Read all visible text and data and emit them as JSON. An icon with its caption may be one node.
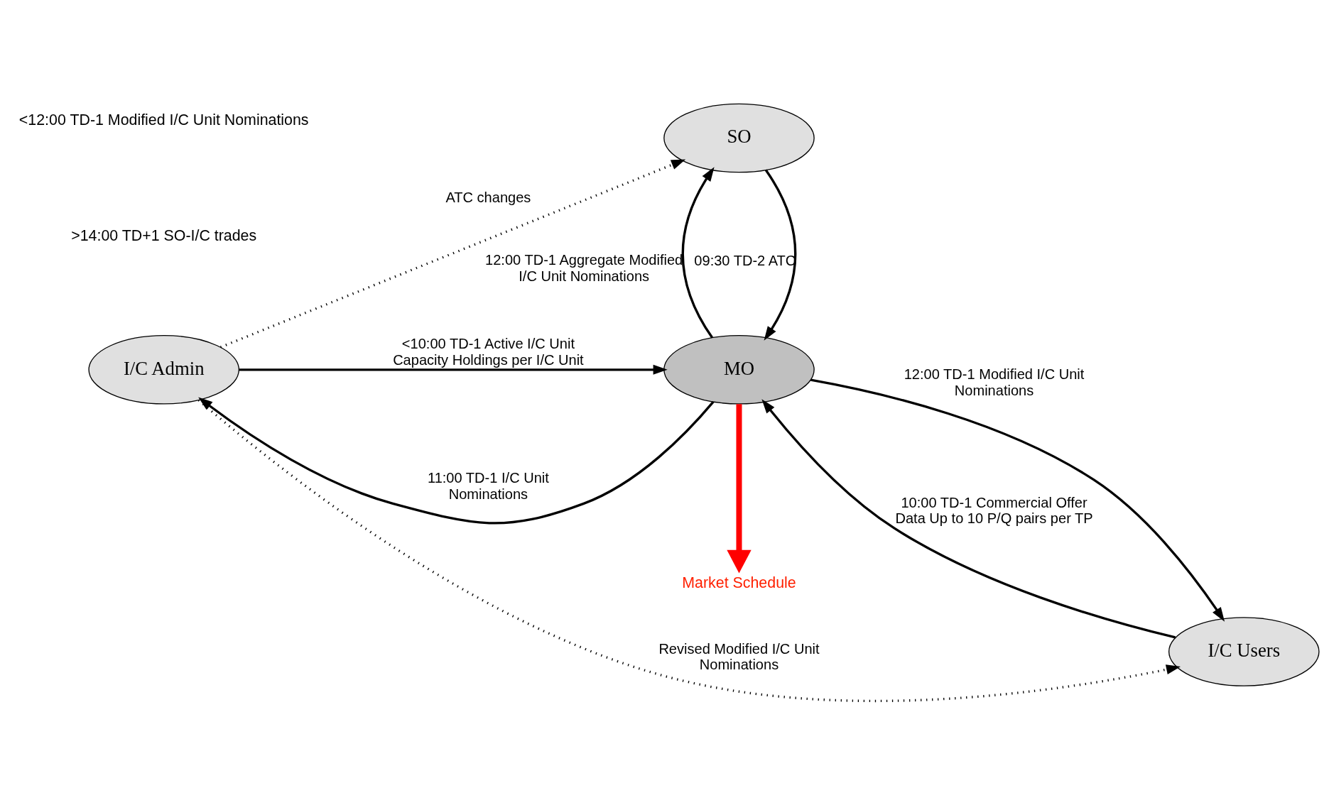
{
  "diagram": {
    "nodes": [
      {
        "text": [
          "SO"
        ]
      },
      {
        "text": [
          "I/C Admin"
        ]
      },
      {
        "text": [
          "MO"
        ]
      },
      {
        "text": [
          "I/C Users"
        ]
      },
      {
        "text": [
          "Market Schedule"
        ]
      }
    ],
    "edges": [
      {
        "from": 1,
        "to": 0,
        "arrow": "to",
        "label": "ATC changes",
        "style": "dashed"
      },
      {
        "from": 0,
        "to": 2,
        "arrow": "to",
        "label": "09:30 TD-2 ATC"
      },
      {
        "from": 2,
        "to": 0,
        "arrow": "to",
        "label": "12:00 TD-1 Aggregate Modified I/C Unit Nominations"
      },
      {
        "from": 2,
        "to": 1,
        "arrow": "to",
        "label": "11:00 TD-1 I/C Unit Nominations"
      },
      {
        "from": 3,
        "to": 2,
        "arrow": "to",
        "label": "10:00 TD-1 Commercial Offer Data Up to 10 P/Q pairs per TP"
      },
      {
        "from": 1,
        "to": 2,
        "arrow": "to",
        "label": "<10:00 TD-1 Active I/C Unit Capacity Holdings per I/C Unit"
      },
      {
        "from": 2,
        "to": 3,
        "arrow": "to",
        "label": "12:00 TD-1 Modified I/C Unit Nominations"
      },
      {
        "from": 2,
        "to": 4,
        "arrow": "to",
        "style": "thick",
        "color": "#ff0000"
      },
      {
        "from": 1,
        "to": 3,
        "arrow": "to",
        "label": "Revised Modified I/C Unit Nominations",
        "style": "dashed"
      }
    ],
    "labels": [
      ">14:00 TD+1 SO-I/C trades",
      "<12:00 TD-1 Modified I/C Unit Nominations"
    ]
  }
}
